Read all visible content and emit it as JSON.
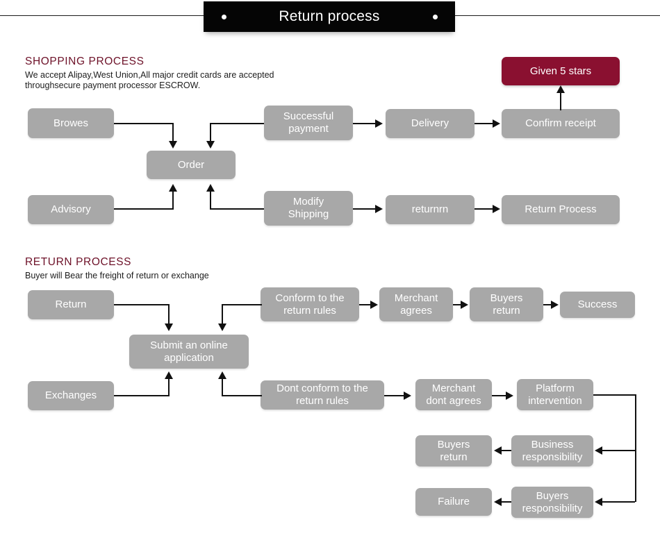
{
  "banner": {
    "title": "Return process",
    "dot_icon": "bullet-dot-icon"
  },
  "shopping_section": {
    "heading": "SHOPPING PROCESS",
    "description": "We accept Alipay,West Union,All major credit cards are accepted\nthroughsecure payment processor ESCROW.",
    "nodes": [
      {
        "id": "browes",
        "label": "Browes"
      },
      {
        "id": "order",
        "label": "Order"
      },
      {
        "id": "successful",
        "label": "Successful\npayment"
      },
      {
        "id": "delivery",
        "label": "Delivery"
      },
      {
        "id": "confirm-receipt",
        "label": "Confirm receipt"
      },
      {
        "id": "given-5-stars",
        "label": "Given 5 stars"
      },
      {
        "id": "advisory",
        "label": "Advisory"
      },
      {
        "id": "modify-shipping",
        "label": "Modify\nShipping"
      },
      {
        "id": "returnrn",
        "label": "returnrn"
      },
      {
        "id": "return-process",
        "label": "Return Process"
      }
    ]
  },
  "return_section": {
    "heading": "RETURN PROCESS",
    "description": "Buyer will Bear the freight of return or exchange",
    "nodes": [
      {
        "id": "return",
        "label": "Return"
      },
      {
        "id": "submit-application",
        "label": "Submit an online\napplication"
      },
      {
        "id": "conform-rules",
        "label": "Conform to the\nreturn rules"
      },
      {
        "id": "merchant-agrees",
        "label": "Merchant\nagrees"
      },
      {
        "id": "buyers-return-top",
        "label": "Buyers\nreturn"
      },
      {
        "id": "success",
        "label": "Success"
      },
      {
        "id": "exchanges",
        "label": "Exchanges"
      },
      {
        "id": "dont-conform-rules",
        "label": "Dont conform to the\nreturn rules"
      },
      {
        "id": "merchant-dont-agrees",
        "label": "Merchant\ndont agrees"
      },
      {
        "id": "platform-intervention",
        "label": "Platform\nintervention"
      },
      {
        "id": "business-responsibility",
        "label": "Business\nresponsibility"
      },
      {
        "id": "buyers-return-mid",
        "label": "Buyers\nreturn"
      },
      {
        "id": "buyers-responsibility",
        "label": "Buyers\nresponsibility"
      },
      {
        "id": "failure",
        "label": "Failure"
      }
    ]
  },
  "colors": {
    "box_gray": "#a8a8a8",
    "accent_burgundy": "#8a1030",
    "heading_maroon": "#6d1128",
    "connector_black": "#111111",
    "banner_black": "#050505",
    "text_white": "#ffffff",
    "page_background": "#ffffff"
  }
}
